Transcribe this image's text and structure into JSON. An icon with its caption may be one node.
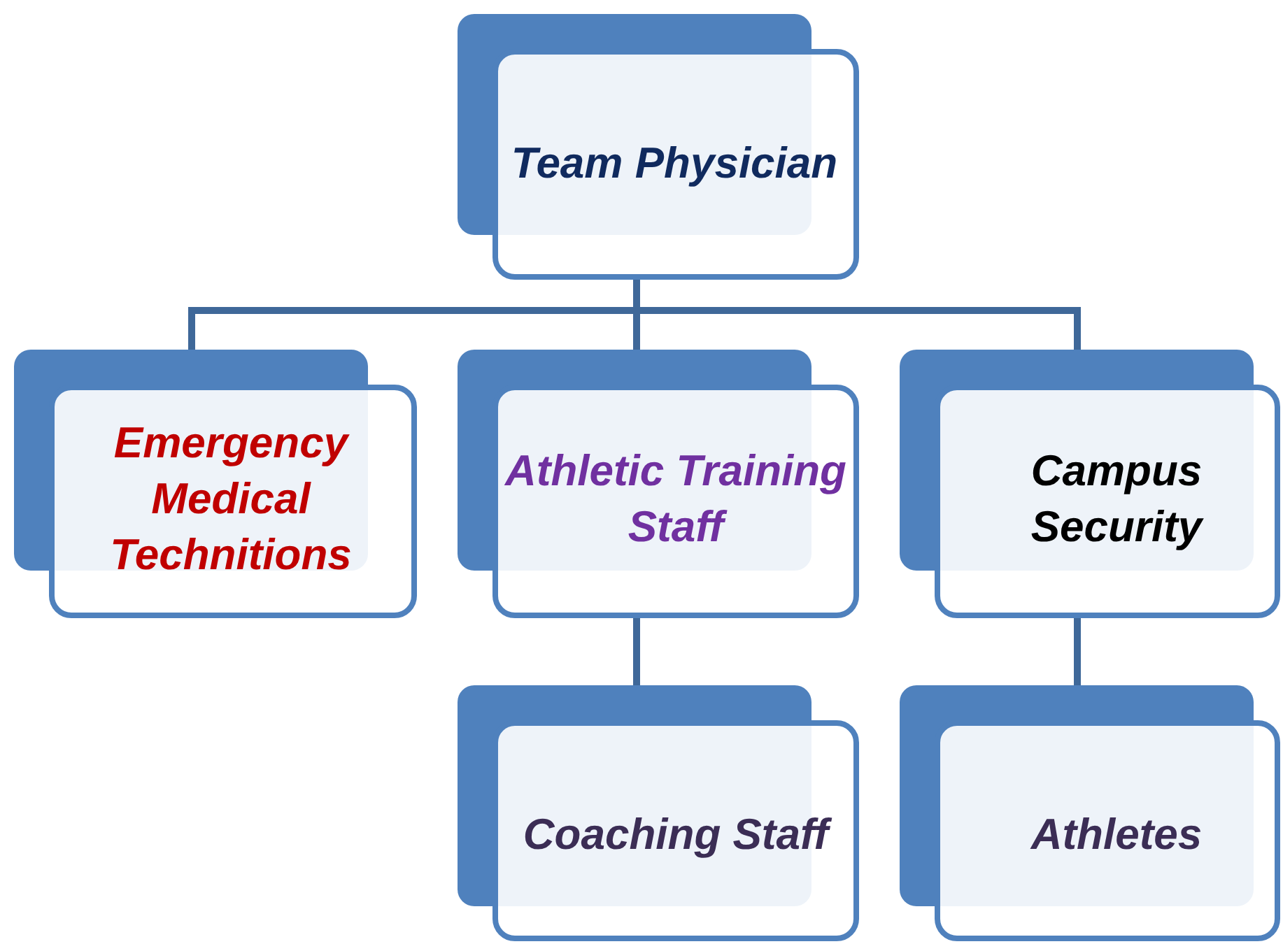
{
  "diagram": {
    "nodes": [
      {
        "text": [
          "Team Physician"
        ]
      },
      {
        "text": [
          "Emergency Medical Technitions"
        ]
      },
      {
        "text": [
          "Athletic Training Staff"
        ]
      },
      {
        "text": [
          "Campus Security"
        ]
      },
      {
        "text": [
          "Coaching Staff"
        ]
      },
      {
        "text": [
          "Athletes"
        ]
      }
    ],
    "edges": [
      {
        "from": 0,
        "to": 1,
        "arrow": "none"
      },
      {
        "from": 0,
        "to": 2,
        "arrow": "none"
      },
      {
        "from": 0,
        "to": 3,
        "arrow": "none"
      },
      {
        "from": 2,
        "to": 4,
        "arrow": "none"
      },
      {
        "from": 3,
        "to": 5,
        "arrow": "none"
      }
    ]
  }
}
